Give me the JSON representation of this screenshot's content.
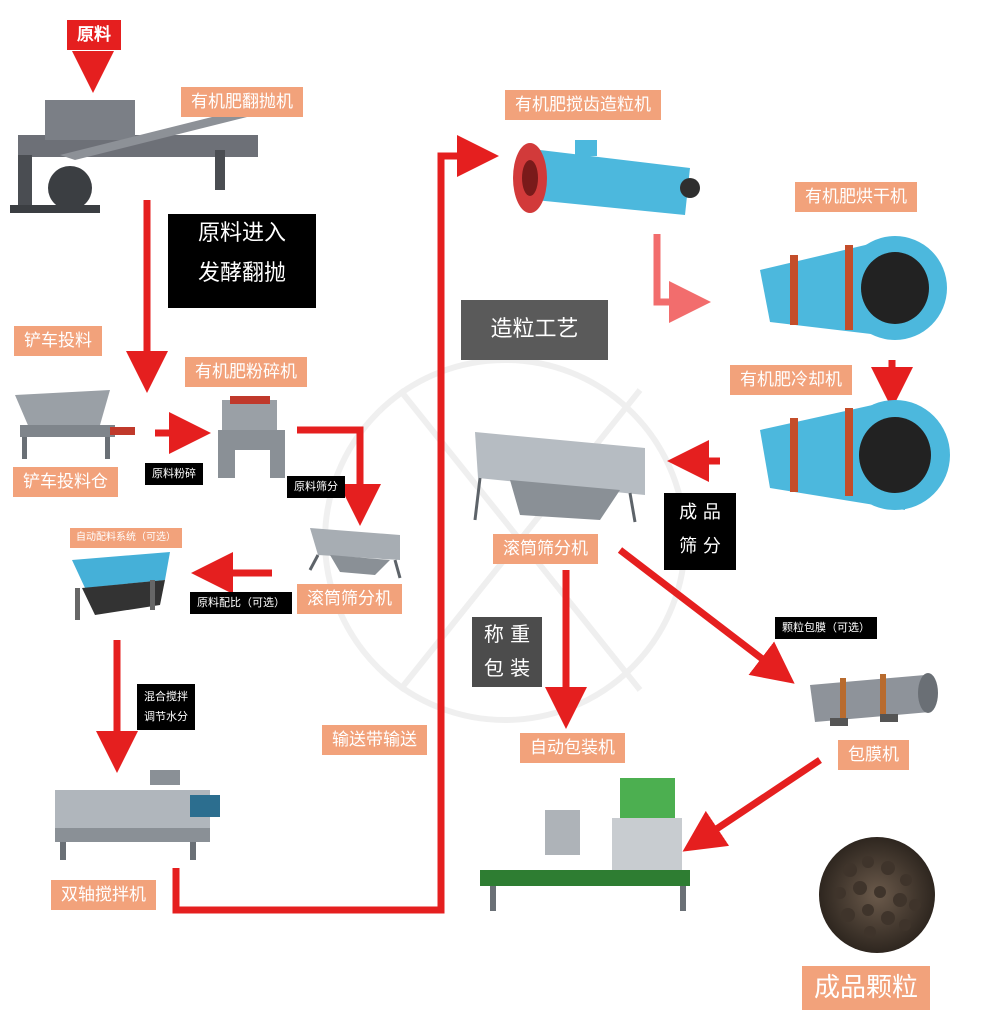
{
  "colors": {
    "arrow": "#e51f1f",
    "arrow_light": "#f26d6d",
    "label_bg": "#f2a27b",
    "label_red_bg": "#e51f1f",
    "machine_blue": "#4cb8dd",
    "machine_gray": "#8a8e94"
  },
  "steps": {
    "raw_material": "原料",
    "turner": "有机肥翻抛机",
    "forklift_feed": "铲车投料",
    "feed_bin": "铲车投料仓",
    "crusher": "有机肥粉碎机",
    "drum_screen_1": "滚筒筛分机",
    "batching": "自动配料系统（可选）",
    "mixer": "双轴搅拌机",
    "conveyor": "输送带输送",
    "granulator": "有机肥搅齿造粒机",
    "dryer": "有机肥烘干机",
    "cooler": "有机肥冷却机",
    "drum_screen_2": "滚筒筛分机",
    "auto_packer": "自动包装机",
    "coating_machine": "包膜机",
    "final_granules": "成品颗粒"
  },
  "annotations": {
    "ferment": "原料进入\n发酵翻抛",
    "crush": "原料粉碎",
    "screen": "原料筛分",
    "ratio": "原料配比（可选）",
    "mix": "混合搅拌\n调节水分",
    "granulation_process": "造粒工艺",
    "product_screen": "成 品\n筛 分",
    "weigh_pack": "称 重\n包 装",
    "coating_optional": "颗粒包膜（可选）"
  }
}
